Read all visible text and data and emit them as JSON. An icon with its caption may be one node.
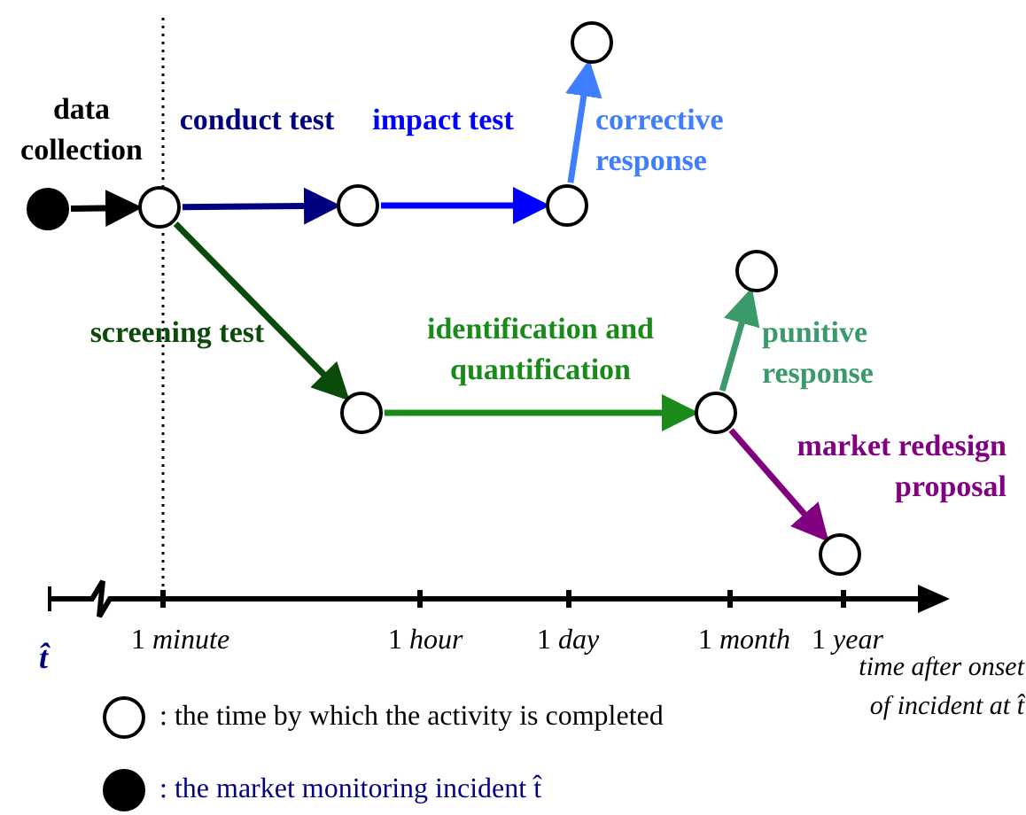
{
  "diagram": {
    "nodes": [
      {
        "text": [],
        "shape": "dot"
      },
      {
        "text": [],
        "shape": "circle"
      },
      {
        "text": [],
        "shape": "circle"
      },
      {
        "text": [],
        "shape": "circle"
      },
      {
        "text": [],
        "shape": "circle"
      },
      {
        "text": [],
        "shape": "circle"
      },
      {
        "text": [],
        "shape": "circle"
      },
      {
        "text": [],
        "shape": "circle"
      },
      {
        "text": [],
        "shape": "circle"
      }
    ],
    "edges": [
      {
        "from": 0,
        "to": 1,
        "arrow": "to",
        "label": "data collection",
        "color": "#000000"
      },
      {
        "from": 1,
        "to": 2,
        "arrow": "to",
        "label": "conduct test",
        "color": "#000080"
      },
      {
        "from": 2,
        "to": 3,
        "arrow": "to",
        "label": "impact test",
        "color": "#0000ff"
      },
      {
        "from": 3,
        "to": 4,
        "arrow": "to",
        "label": "corrective response",
        "color": "#3f7fff"
      },
      {
        "from": 1,
        "to": 5,
        "arrow": "to",
        "label": "screening test",
        "color": "#0a4a0a"
      },
      {
        "from": 5,
        "to": 6,
        "arrow": "to",
        "label": "identification and quantification",
        "color": "#1a8a1a"
      },
      {
        "from": 6,
        "to": 7,
        "arrow": "to",
        "label": "punitive response",
        "color": "#3a9a6a"
      },
      {
        "from": 6,
        "to": 8,
        "arrow": "to",
        "label": "market redesign proposal",
        "color": "#800080"
      }
    ],
    "labels": [
      "t̂",
      "1 *minute*",
      "1 *hour*",
      "1 *day*",
      "1 *month*",
      "1 *year*",
      "time after onset of incident at t̂"
    ],
    "legend": [
      {
        "text": ": the time by which the activity is completed"
      },
      {
        "text": ": the market monitoring incident t̂"
      }
    ]
  }
}
